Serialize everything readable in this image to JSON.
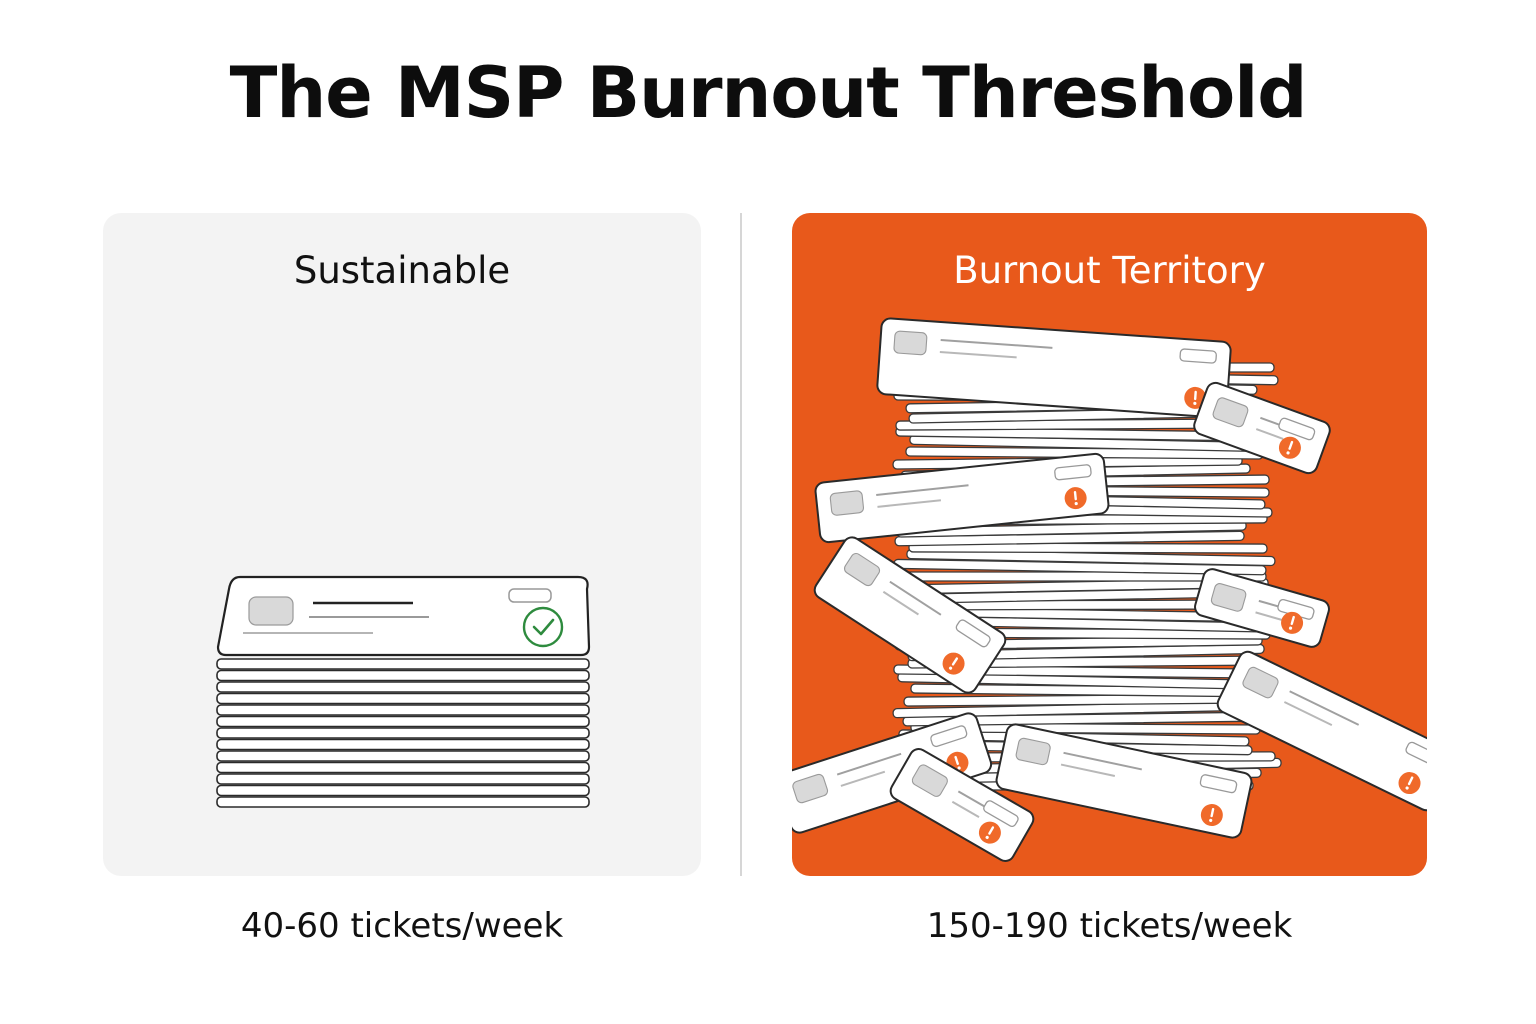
{
  "title": "The MSP Burnout Threshold",
  "colors": {
    "burnout_accent": "#e8591b",
    "sustainable_panel": "#f3f3f3",
    "check_green": "#2e8b3e",
    "alert_orange": "#f06a2a"
  },
  "panels": [
    {
      "heading": "Sustainable",
      "caption": "40-60 tickets/week",
      "icon": "check-circle-icon"
    },
    {
      "heading": "Burnout Territory",
      "caption": "150-190 tickets/week",
      "icon": "alert-circle-icon"
    }
  ]
}
